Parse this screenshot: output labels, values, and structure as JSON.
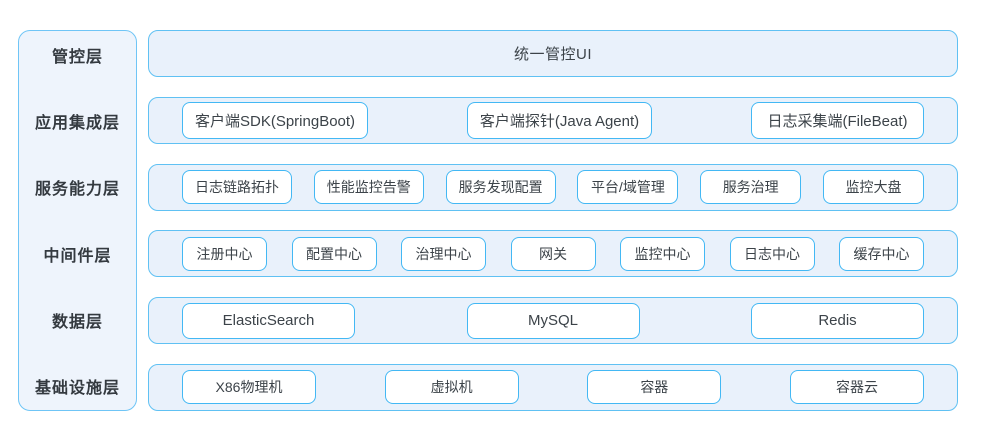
{
  "palette": {
    "sidebar_bg": "#eef4fc",
    "sidebar_border": "#6fc5f6",
    "row_bg": "#e9f1fb",
    "row_border": "#60c1f3",
    "box_border": "#43b8f4",
    "text": "#3c4349"
  },
  "rows": [
    {
      "label": "管控层",
      "items": [
        "统一管控UI"
      ]
    },
    {
      "label": "应用集成层",
      "items": [
        "客户端SDK(SpringBoot)",
        "客户端探针(Java Agent)",
        "日志采集端(FileBeat)"
      ]
    },
    {
      "label": "服务能力层",
      "items": [
        "日志链路拓扑",
        "性能监控告警",
        "服务发现配置",
        "平台/域管理",
        "服务治理",
        "监控大盘"
      ]
    },
    {
      "label": "中间件层",
      "items": [
        "注册中心",
        "配置中心",
        "治理中心",
        "网关",
        "监控中心",
        "日志中心",
        "缓存中心"
      ]
    },
    {
      "label": "数据层",
      "items": [
        "ElasticSearch",
        "MySQL",
        "Redis"
      ]
    },
    {
      "label": "基础设施层",
      "items": [
        "X86物理机",
        "虚拟机",
        "容器",
        "容器云"
      ]
    }
  ]
}
